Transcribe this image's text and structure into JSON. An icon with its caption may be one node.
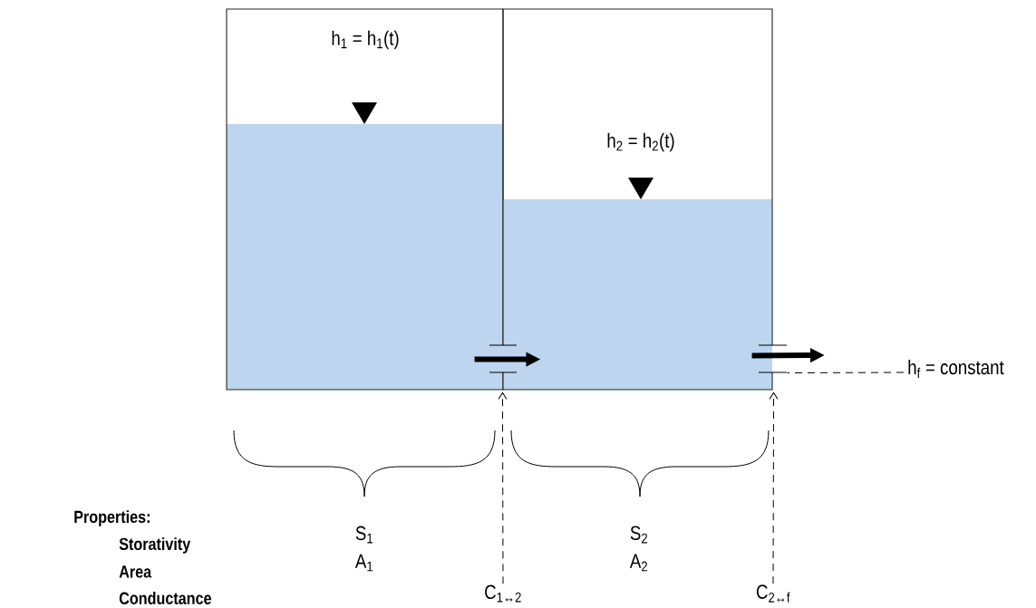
{
  "diagram": {
    "nodes": [
      {
        "text": [
          "h$_{1}$ = h$_{1}$(t)"
        ]
      },
      {
        "text": [
          "h$_{2}$ = h$_{2}$(t)"
        ]
      },
      {
        "text": [
          "h$_{f}$ = constant"
        ]
      },
      {
        "text": [
          "C$_{1↔2}$"
        ]
      },
      {
        "text": [
          "C$_{2↔f}$"
        ]
      }
    ],
    "edges": [
      {
        "from": 0,
        "to": 1,
        "arrow": "to",
        "style": "thick"
      },
      {
        "from": 1,
        "to": null,
        "arrow": "to",
        "style": "thick"
      },
      {
        "from": 2,
        "to": 1,
        "arrow": "none",
        "style": "dashed"
      },
      {
        "from": 3,
        "to": 1,
        "arrow": "to",
        "style": "dashed"
      },
      {
        "from": 4,
        "to": 1,
        "arrow": "to",
        "style": "dashed"
      }
    ],
    "labels": [
      "Properties:",
      "Storativity",
      "S$_{1}$",
      "S$_{2}$",
      "Area",
      "A$_{1}$",
      "A$_{2}$",
      "Conductance"
    ]
  }
}
